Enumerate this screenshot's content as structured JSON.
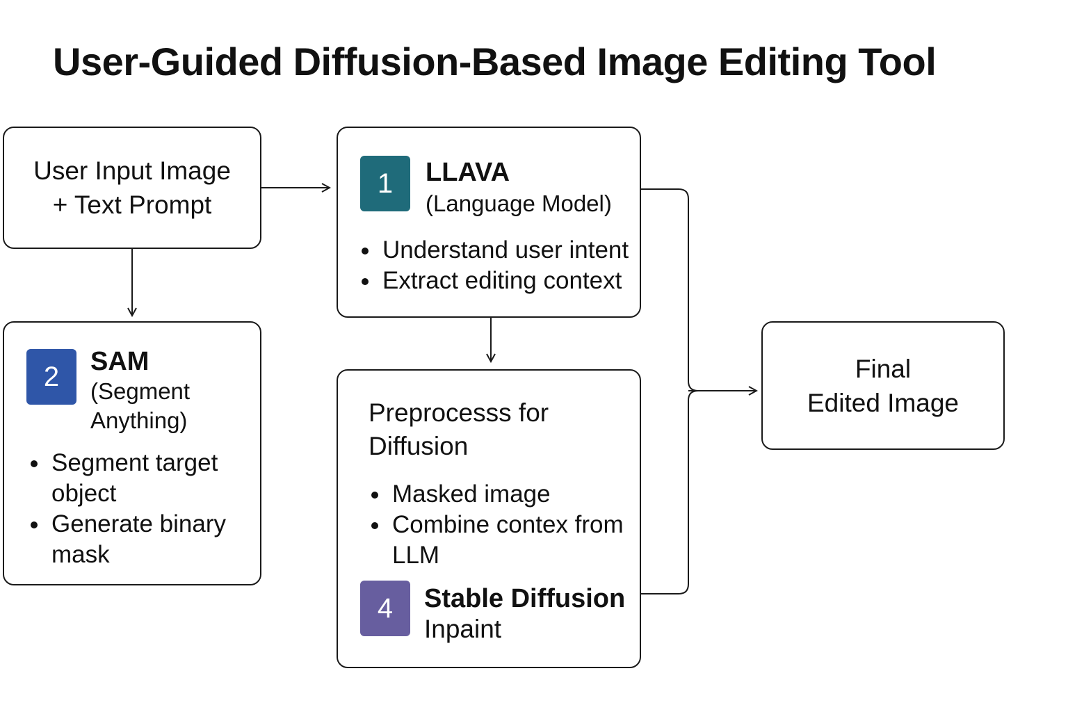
{
  "title": "User-Guided Diffusion-Based Image Editing Tool",
  "colors": {
    "badge_1": "#1f6b7a",
    "badge_2": "#2f56a8",
    "badge_4": "#675e9f",
    "border": "#1a1a1a"
  },
  "input_box": {
    "line1": "User Input Image",
    "line2": "+ Text Prompt"
  },
  "llava": {
    "badge": "1",
    "name": "LLAVA",
    "subtitle": "(Language Model)",
    "bullets": [
      "Understand user intent",
      "Extract editing context"
    ]
  },
  "sam": {
    "badge": "2",
    "name": "SAM",
    "subtitle_line1": "(Segment",
    "subtitle_line2": "Anything)",
    "bullets": [
      "Segment target object",
      "Generate binary mask"
    ]
  },
  "preprocess": {
    "heading_line1": "Preprocesss for",
    "heading_line2": "Diffusion",
    "bullets": [
      "Masked image",
      "Combine contex from LLM"
    ],
    "stage_badge": "4",
    "stage_name": "Stable Diffusion",
    "stage_sub": "Inpaint"
  },
  "output_box": {
    "line1": "Final",
    "line2": "Edited Image"
  }
}
